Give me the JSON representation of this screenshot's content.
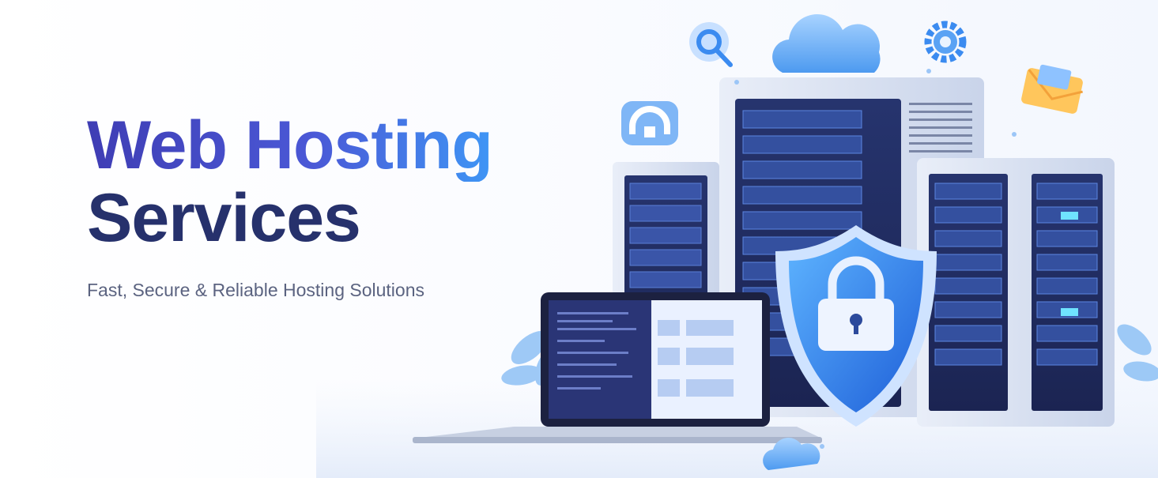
{
  "hero": {
    "title_line1": "Web Hosting",
    "title_line2": "Services",
    "subtitle": "Fast, Secure & Reliable Hosting Solutions"
  },
  "illustration": {
    "icons": [
      "search-icon",
      "cloud-icon",
      "gear-icon",
      "mail-icon",
      "support-headset-icon",
      "lock-icon",
      "shield-icon",
      "laptop-icon",
      "server-rack-icon"
    ]
  },
  "colors": {
    "accent": "#3f96f5",
    "title_dark": "#26316c",
    "title_purple": "#3f3db4",
    "subtitle": "#5b6380"
  }
}
